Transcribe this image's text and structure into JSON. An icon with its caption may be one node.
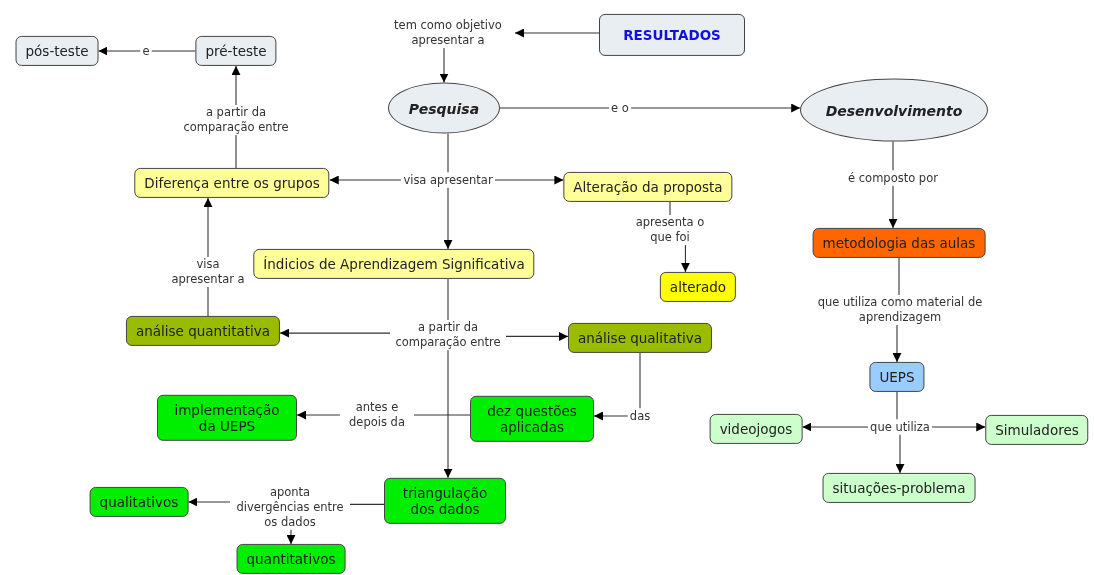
{
  "diagram": {
    "nodes": [
      {
        "text": [
          "tem como objetivo apresentar a"
        ]
      },
      {
        "text": [
          "RESULTADOS"
        ]
      },
      {
        "text": [
          "pós-teste"
        ]
      },
      {
        "text": [
          "e"
        ]
      },
      {
        "text": [
          "pré-teste"
        ]
      },
      {
        "text": [
          "Pesquisa"
        ]
      },
      {
        "text": [
          "e o"
        ]
      },
      {
        "text": [
          "Desenvolvimento"
        ]
      },
      {
        "text": [
          "a partir da comparação entre"
        ]
      },
      {
        "text": [
          "visa apresentar"
        ]
      },
      {
        "text": [
          "Diferença entre os grupos"
        ]
      },
      {
        "text": [
          "Alteração da proposta"
        ]
      },
      {
        "text": [
          "é composto por"
        ]
      },
      {
        "text": [
          "apresenta o que foi"
        ]
      },
      {
        "text": [
          "Índicios de Aprendizagem Significativa"
        ]
      },
      {
        "text": [
          "visa apresentar a"
        ]
      },
      {
        "text": [
          "metodologia das aulas"
        ]
      },
      {
        "text": [
          "alterado"
        ]
      },
      {
        "text": [
          "que utiliza como material de aprendizagem"
        ]
      },
      {
        "text": [
          "análise quantitativa"
        ]
      },
      {
        "text": [
          "a partir da comparação entre"
        ]
      },
      {
        "text": [
          "análise qualitativa"
        ]
      },
      {
        "text": [
          "UEPS"
        ]
      },
      {
        "text": [
          "implementação da UEPS"
        ]
      },
      {
        "text": [
          "antes e depois da"
        ]
      },
      {
        "text": [
          "dez questões aplicadas"
        ]
      },
      {
        "text": [
          "das"
        ]
      },
      {
        "text": [
          "videojogos"
        ]
      },
      {
        "text": [
          "que utiliza"
        ]
      },
      {
        "text": [
          "Simuladores"
        ]
      },
      {
        "text": [
          "situações-problema"
        ]
      },
      {
        "text": [
          "triangulação dos dados"
        ]
      },
      {
        "text": [
          "aponta divergências entre os dados"
        ]
      },
      {
        "text": [
          "qualitativos"
        ]
      },
      {
        "text": [
          "quantitativos"
        ]
      }
    ],
    "edges": [
      {
        "from": 1,
        "to": 0,
        "arrow": "to"
      },
      {
        "from": 0,
        "to": 5,
        "arrow": "to"
      },
      {
        "from": 4,
        "to": 3,
        "arrow": "none"
      },
      {
        "from": 3,
        "to": 2,
        "arrow": "to"
      },
      {
        "from": 5,
        "to": 6,
        "arrow": "none"
      },
      {
        "from": 6,
        "to": 7,
        "arrow": "to"
      },
      {
        "from": 10,
        "to": 8,
        "arrow": "none"
      },
      {
        "from": 8,
        "to": 4,
        "arrow": "to"
      },
      {
        "from": 5,
        "to": 9,
        "arrow": "none"
      },
      {
        "from": 9,
        "to": 10,
        "arrow": "to"
      },
      {
        "from": 9,
        "to": 11,
        "arrow": "to"
      },
      {
        "from": 9,
        "to": 14,
        "arrow": "to"
      },
      {
        "from": 7,
        "to": 12,
        "arrow": "none"
      },
      {
        "from": 12,
        "to": 16,
        "arrow": "to"
      },
      {
        "from": 11,
        "to": 13,
        "arrow": "none"
      },
      {
        "from": 13,
        "to": 17,
        "arrow": "to"
      },
      {
        "from": 19,
        "to": 15,
        "arrow": "none"
      },
      {
        "from": 15,
        "to": 10,
        "arrow": "to"
      },
      {
        "from": 16,
        "to": 18,
        "arrow": "none"
      },
      {
        "from": 18,
        "to": 22,
        "arrow": "to"
      },
      {
        "from": 14,
        "to": 20,
        "arrow": "none"
      },
      {
        "from": 20,
        "to": 19,
        "arrow": "to"
      },
      {
        "from": 20,
        "to": 21,
        "arrow": "to"
      },
      {
        "from": 20,
        "to": 31,
        "arrow": "to"
      },
      {
        "from": 21,
        "to": 26,
        "arrow": "none"
      },
      {
        "from": 26,
        "to": 25,
        "arrow": "to"
      },
      {
        "from": 25,
        "to": 24,
        "arrow": "none"
      },
      {
        "from": 24,
        "to": 23,
        "arrow": "to"
      },
      {
        "from": 22,
        "to": 28,
        "arrow": "none"
      },
      {
        "from": 28,
        "to": 27,
        "arrow": "to"
      },
      {
        "from": 28,
        "to": 29,
        "arrow": "to"
      },
      {
        "from": 28,
        "to": 30,
        "arrow": "to"
      },
      {
        "from": 31,
        "to": 32,
        "arrow": "none"
      },
      {
        "from": 32,
        "to": 33,
        "arrow": "to"
      },
      {
        "from": 32,
        "to": 34,
        "arrow": "to"
      }
    ]
  }
}
